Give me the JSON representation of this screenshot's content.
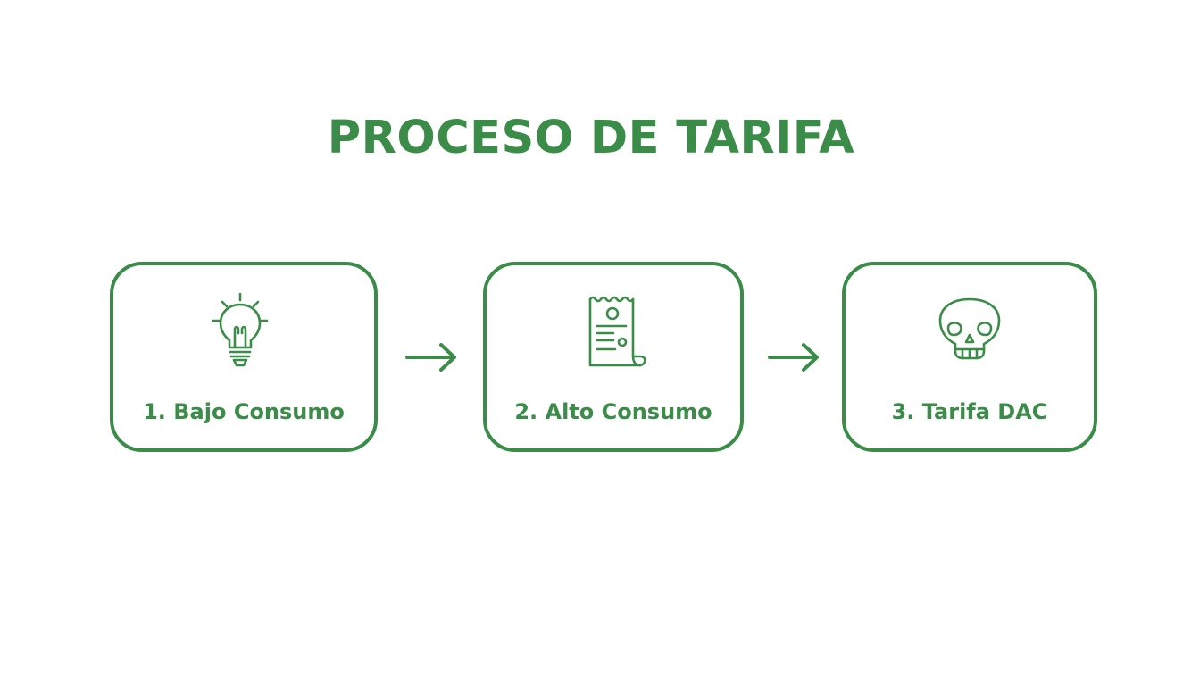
{
  "title": "PROCESO DE TARIFA",
  "colors": {
    "accent": "#3a8c48",
    "background": "#ffffff"
  },
  "steps": [
    {
      "label": "1. Bajo Consumo",
      "icon": "lightbulb-icon"
    },
    {
      "label": "2. Alto Consumo",
      "icon": "receipt-icon"
    },
    {
      "label": "3. Tarifa DAC",
      "icon": "skull-icon"
    }
  ],
  "connectors": [
    {
      "from": "1. Bajo Consumo",
      "to": "2. Alto Consumo",
      "icon": "arrow-right-icon"
    },
    {
      "from": "2. Alto Consumo",
      "to": "3. Tarifa DAC",
      "icon": "arrow-right-icon"
    }
  ]
}
